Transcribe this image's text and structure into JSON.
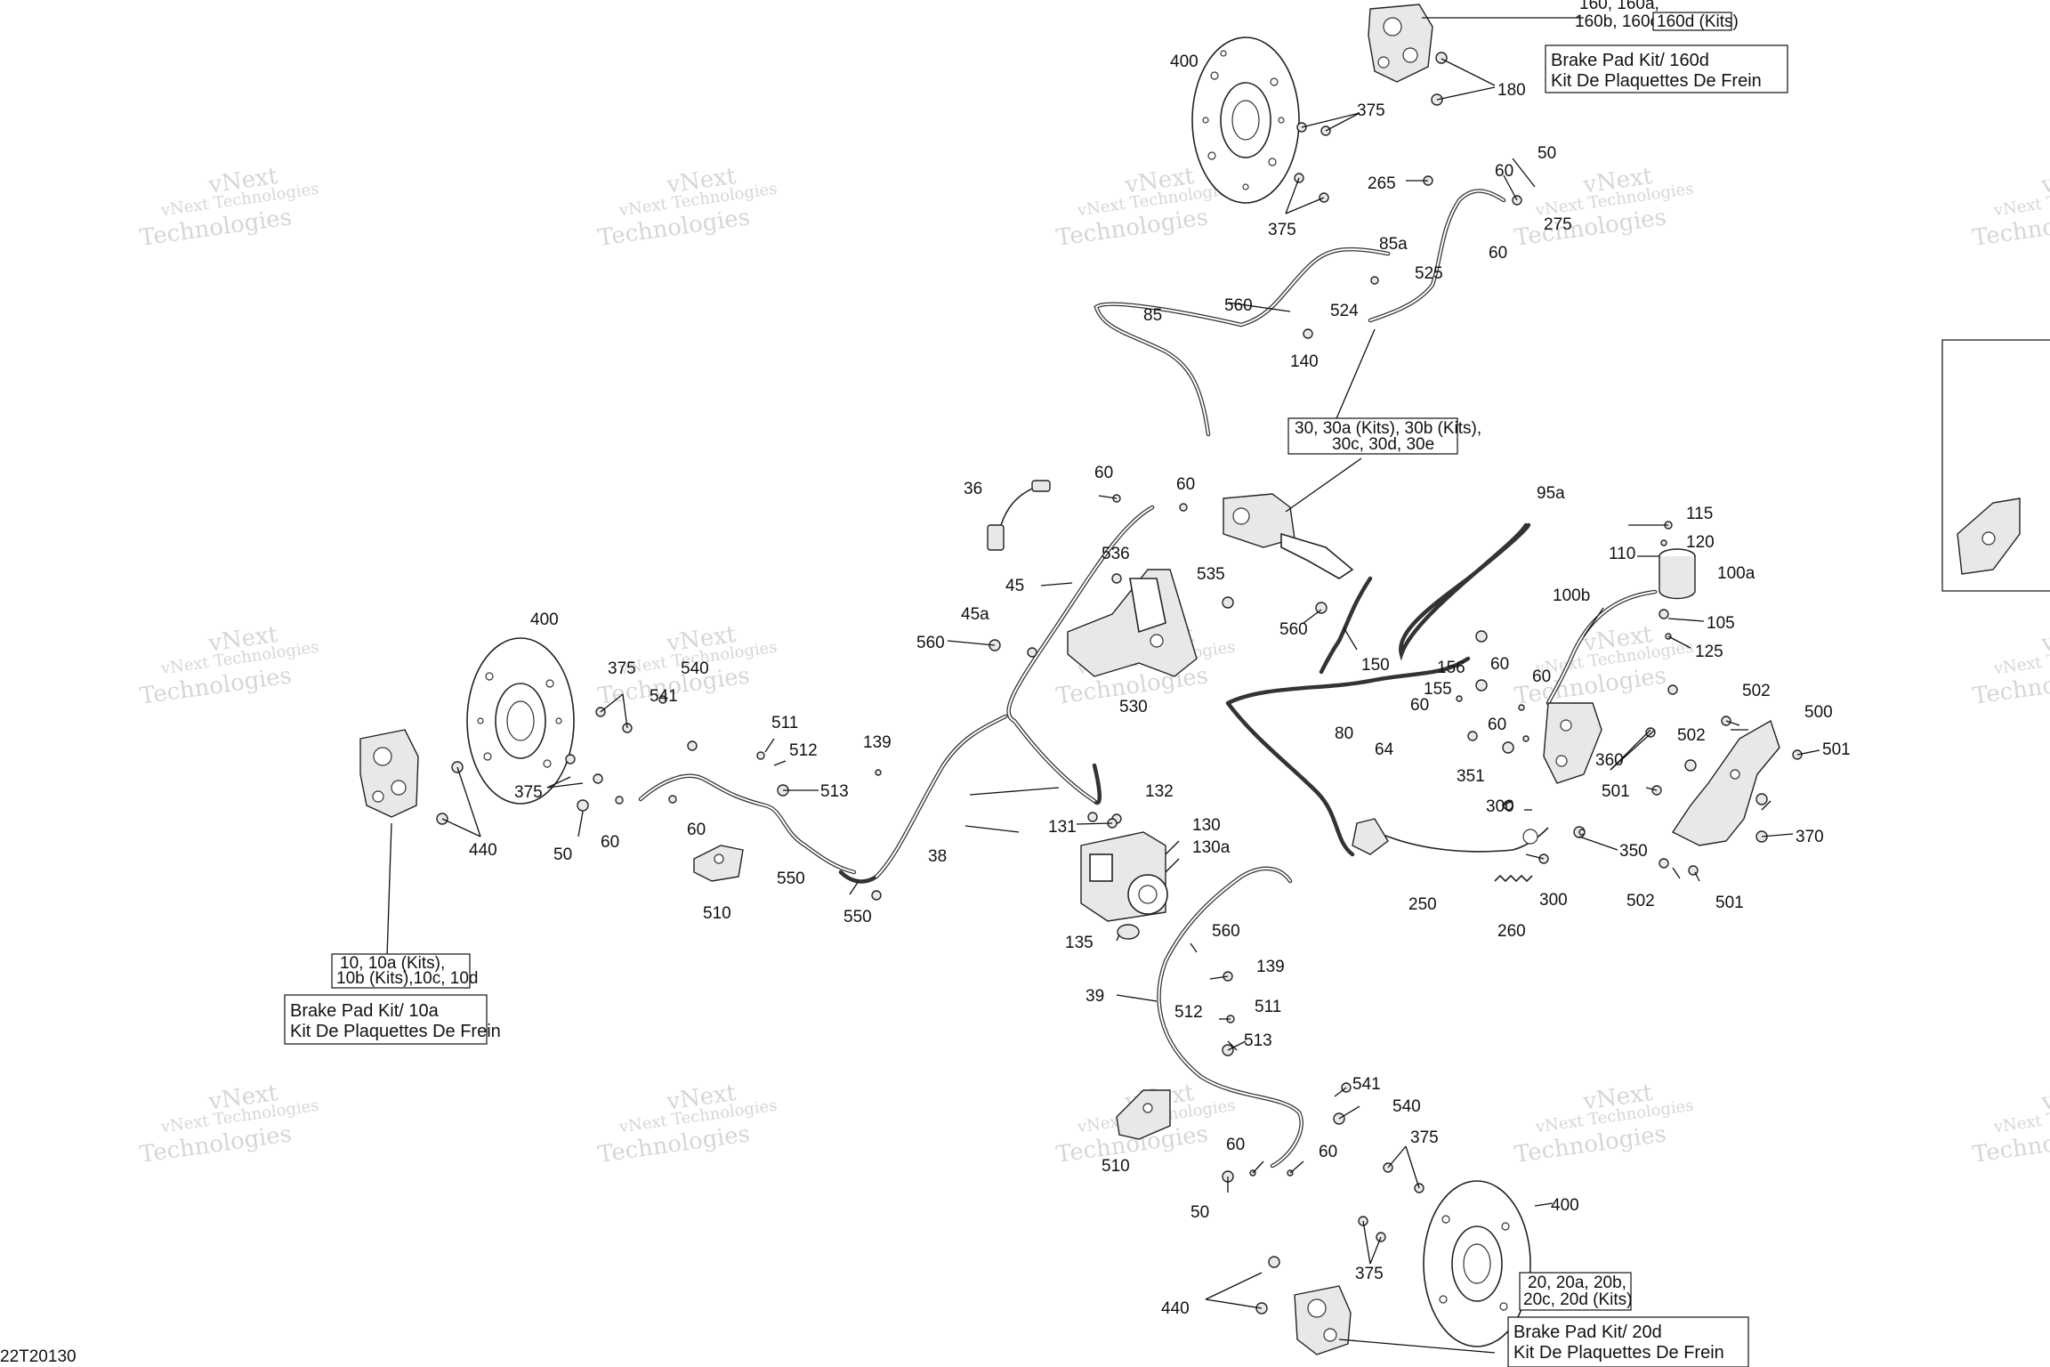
{
  "watermark": {
    "line1": "vNext Technologies",
    "line2": "vNext",
    "line3": "Technologies"
  },
  "diagram_code": "22T20130",
  "kit_boxes": {
    "front_left": {
      "line1": "Brake Pad Kit/ 10a",
      "line2": "Kit De Plaquettes De Frein"
    },
    "front_right": {
      "line1": "Brake Pad Kit/ 160d",
      "line2": "Kit De Plaquettes De Frein"
    },
    "rear": {
      "line1": "Brake Pad Kit/ 20d",
      "line2": "Kit De Plaquettes De Frein"
    }
  },
  "ref_boxes": {
    "caliper_10": {
      "line1": "10, 10a (Kits),",
      "line2": "10b (Kits),10c, 10d"
    },
    "caliper_160": {
      "line1": "160, 160a,",
      "line2a": "160b, 160c,",
      "line2b": "160d (Kits)"
    },
    "master_30": {
      "line1": "30, 30a (Kits), 30b (Kits),",
      "line2": "30c, 30d, 30e"
    },
    "caliper_20": {
      "line1": "20, 20a, 20b,",
      "line2": "20c, 20d (Kits)"
    }
  },
  "callouts": [
    "400",
    "180",
    "375",
    "375",
    "265",
    "60",
    "50",
    "275",
    "60",
    "85a",
    "525",
    "560",
    "524",
    "85",
    "140",
    "60",
    "36",
    "60",
    "95a",
    "115",
    "120",
    "110",
    "100a",
    "45",
    "536",
    "535",
    "560",
    "150",
    "100b",
    "105",
    "125",
    "45a",
    "560",
    "530",
    "156",
    "60",
    "60",
    "155",
    "60",
    "80",
    "502",
    "500",
    "60",
    "64",
    "351",
    "360",
    "502",
    "501",
    "501",
    "300",
    "370",
    "350",
    "250",
    "300",
    "502",
    "501",
    "260",
    "400",
    "375",
    "540",
    "541",
    "511",
    "512",
    "513",
    "139",
    "375",
    "50",
    "60",
    "60",
    "440",
    "510",
    "550",
    "38",
    "550",
    "132",
    "131",
    "130",
    "130a",
    "135",
    "560",
    "139",
    "39",
    "512",
    "511",
    "513",
    "541",
    "540",
    "510",
    "60",
    "60",
    "375",
    "400",
    "50",
    "375",
    "440"
  ]
}
